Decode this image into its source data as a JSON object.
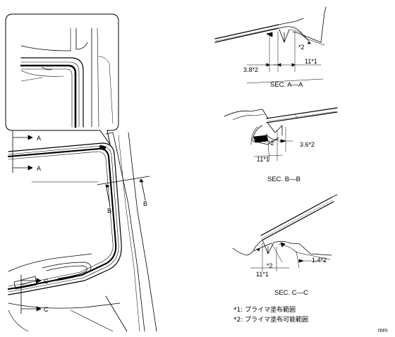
{
  "sections": {
    "a": {
      "caption": "SEC. A—A",
      "dim_left": "3.8*2",
      "dim_right": "11*1"
    },
    "b": {
      "caption": "SEC. B—B",
      "dim_left": "11*1",
      "dim_right": "3.6*2",
      "angle": "*2"
    },
    "c": {
      "caption": "SEC. C—C",
      "dim_left": "11*1",
      "dim_right": "1.4*2",
      "angle": "*2"
    }
  },
  "section_a_angle": "*2",
  "cut_labels": {
    "a_top": "A",
    "a_bottom": "A",
    "b_left": "B",
    "b_right": "B",
    "c_top": "C",
    "c_bottom": "C"
  },
  "notes": [
    "*1: プライマ塗布範囲",
    "*2: プライマ塗布可能範囲"
  ],
  "unit": "mm"
}
